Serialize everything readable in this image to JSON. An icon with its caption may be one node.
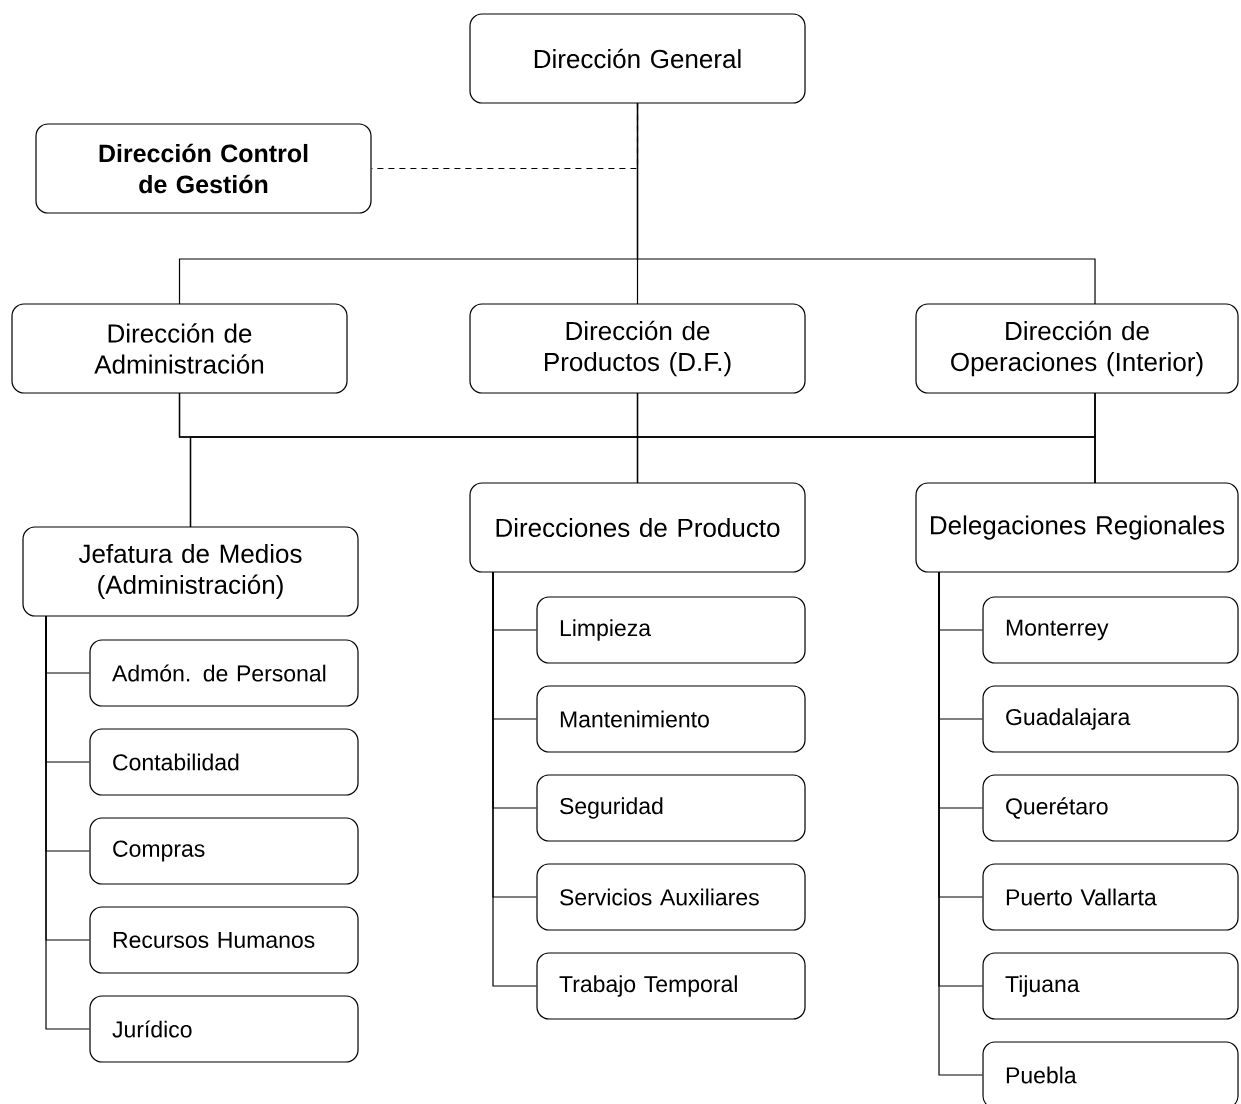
{
  "diagram": {
    "nodes": [
      {
        "text": [
          "Dirección General"
        ]
      },
      {
        "text": [
          "Dirección Control de Gestión"
        ]
      },
      {
        "text": [
          "Dirección de Administración"
        ]
      },
      {
        "text": [
          "Dirección de Productos (D.F.)"
        ]
      },
      {
        "text": [
          "Dirección de Operaciones (Interior)"
        ]
      },
      {
        "text": [
          "Jefatura de Medios (Administración)"
        ]
      },
      {
        "text": [
          "Direcciones de Producto"
        ]
      },
      {
        "text": [
          "Delegaciones Regionales"
        ]
      },
      {
        "text": [
          "Admón. de Personal"
        ]
      },
      {
        "text": [
          "Contabilidad"
        ]
      },
      {
        "text": [
          "Compras"
        ]
      },
      {
        "text": [
          "Recursos Humanos"
        ]
      },
      {
        "text": [
          "Jurídico"
        ]
      },
      {
        "text": [
          "Limpieza"
        ]
      },
      {
        "text": [
          "Mantenimiento"
        ]
      },
      {
        "text": [
          "Seguridad"
        ]
      },
      {
        "text": [
          "Servicios Auxiliares"
        ]
      },
      {
        "text": [
          "Trabajo Temporal"
        ]
      },
      {
        "text": [
          "Monterrey"
        ]
      },
      {
        "text": [
          "Guadalajara"
        ]
      },
      {
        "text": [
          "Querétaro"
        ]
      },
      {
        "text": [
          "Puerto Vallarta"
        ]
      },
      {
        "text": [
          "Tijuana"
        ]
      },
      {
        "text": [
          "Puebla"
        ]
      }
    ],
    "edges": [
      {
        "from": 0,
        "to": 1,
        "arrow": "none",
        "style": "dashed"
      },
      {
        "from": 0,
        "to": 2,
        "arrow": "none"
      },
      {
        "from": 0,
        "to": 3,
        "arrow": "none"
      },
      {
        "from": 0,
        "to": 4,
        "arrow": "none"
      },
      {
        "from": 2,
        "to": 5,
        "arrow": "none"
      },
      {
        "from": 2,
        "to": 6,
        "arrow": "none"
      },
      {
        "from": 2,
        "to": 7,
        "arrow": "none"
      },
      {
        "from": 3,
        "to": 5,
        "arrow": "none"
      },
      {
        "from": 3,
        "to": 6,
        "arrow": "none"
      },
      {
        "from": 3,
        "to": 7,
        "arrow": "none"
      },
      {
        "from": 4,
        "to": 5,
        "arrow": "none"
      },
      {
        "from": 4,
        "to": 6,
        "arrow": "none"
      },
      {
        "from": 4,
        "to": 7,
        "arrow": "none"
      },
      {
        "from": 5,
        "to": 8,
        "arrow": "none"
      },
      {
        "from": 5,
        "to": 9,
        "arrow": "none"
      },
      {
        "from": 5,
        "to": 10,
        "arrow": "none"
      },
      {
        "from": 5,
        "to": 11,
        "arrow": "none"
      },
      {
        "from": 5,
        "to": 12,
        "arrow": "none"
      },
      {
        "from": 6,
        "to": 13,
        "arrow": "none"
      },
      {
        "from": 6,
        "to": 14,
        "arrow": "none"
      },
      {
        "from": 6,
        "to": 15,
        "arrow": "none"
      },
      {
        "from": 6,
        "to": 16,
        "arrow": "none"
      },
      {
        "from": 6,
        "to": 17,
        "arrow": "none"
      },
      {
        "from": 7,
        "to": 18,
        "arrow": "none"
      },
      {
        "from": 7,
        "to": 19,
        "arrow": "none"
      },
      {
        "from": 7,
        "to": 20,
        "arrow": "none"
      },
      {
        "from": 7,
        "to": 21,
        "arrow": "none"
      },
      {
        "from": 7,
        "to": 22,
        "arrow": "none"
      },
      {
        "from": 7,
        "to": 23,
        "arrow": "none"
      }
    ]
  }
}
